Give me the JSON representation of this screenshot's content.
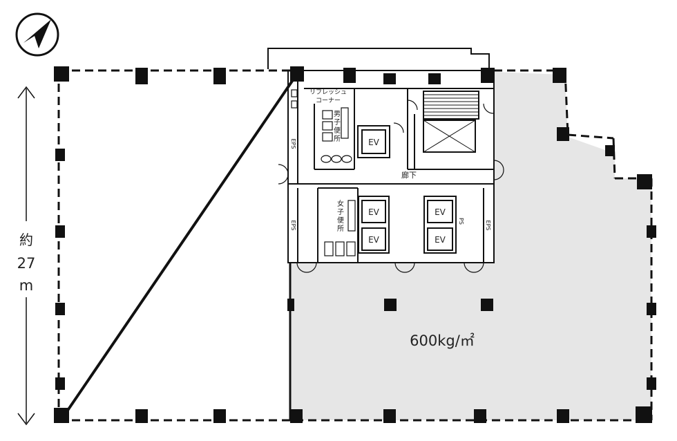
{
  "dimension": {
    "label_line1": "約",
    "label_line2": "27",
    "label_line3": "m"
  },
  "area": {
    "load_label": "600kg/㎡"
  },
  "rooms": {
    "refresh_line1": "リフレッシュ",
    "refresh_line2": "コーナー",
    "mens_line1": "男",
    "mens_line2": "子",
    "mens_line3": "便",
    "mens_line4": "所",
    "womens_line1": "女",
    "womens_line2": "子",
    "womens_line3": "便",
    "womens_line4": "所",
    "corridor": "廊下",
    "ev": "EV",
    "eps": "EPS",
    "ps": "PS"
  },
  "colors": {
    "floor_fill": "#e6e6e6",
    "wall": "#111111",
    "column": "#111111",
    "background": "#ffffff"
  },
  "icons": {
    "north": "north-arrow-icon"
  }
}
